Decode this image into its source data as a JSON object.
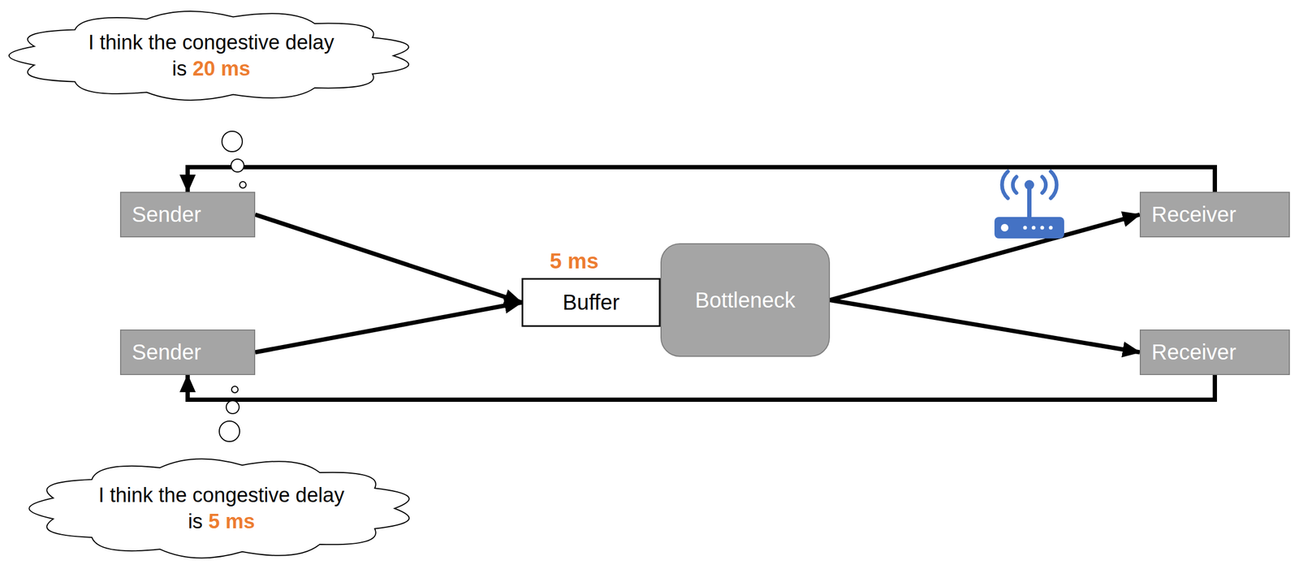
{
  "diagram": {
    "nodes": [
      {
        "text": [
          "I think the congestive delay is",
          "20 ms"
        ]
      },
      {
        "text": [
          "Sender"
        ]
      },
      {
        "text": [
          "Receiver"
        ]
      },
      {
        "text": [
          "Buffer"
        ]
      },
      {
        "text": [
          "Bottleneck"
        ]
      },
      {
        "text": [
          "Sender"
        ]
      },
      {
        "text": [
          "Receiver"
        ]
      },
      {
        "text": [
          "I think the congestive delay is",
          "5 ms"
        ]
      }
    ],
    "edges": [
      {
        "from": 1,
        "to": 3,
        "arrow": "to"
      },
      {
        "from": 5,
        "to": 3,
        "arrow": "to"
      },
      {
        "from": 4,
        "to": 2,
        "arrow": "to"
      },
      {
        "from": 4,
        "to": 6,
        "arrow": "to"
      },
      {
        "from": 2,
        "to": 1,
        "arrow": "to"
      },
      {
        "from": 6,
        "to": 5,
        "arrow": "to"
      }
    ],
    "labels": [
      "5 ms"
    ]
  }
}
